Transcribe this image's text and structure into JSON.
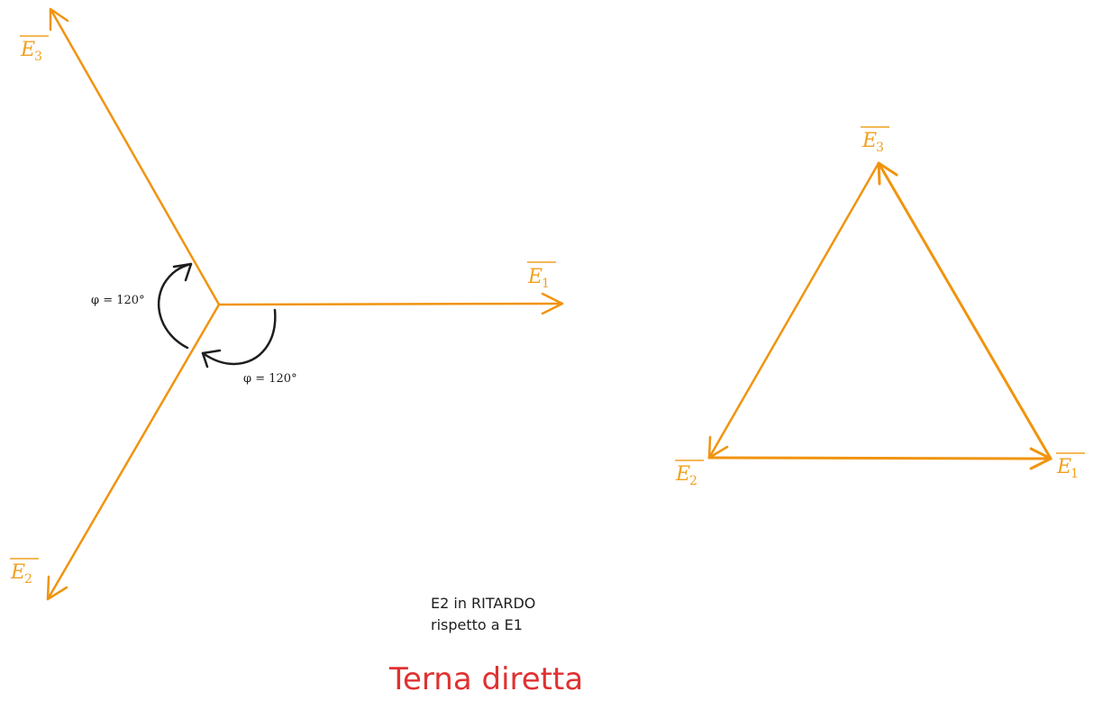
{
  "colors": {
    "vector": "#f0940f",
    "vector_label": "#f0a020",
    "annotation": "#1e1e1e",
    "title": "#e03131"
  },
  "star_diagram": {
    "vectors": [
      {
        "id": "E1",
        "letter": "E",
        "subscript": "1"
      },
      {
        "id": "E2",
        "letter": "E",
        "subscript": "2"
      },
      {
        "id": "E3",
        "letter": "E",
        "subscript": "3"
      }
    ],
    "angle_labels": [
      "φ = 120°",
      "φ = 120°"
    ]
  },
  "triangle_diagram": {
    "vectors": [
      {
        "id": "E1",
        "letter": "E",
        "subscript": "1"
      },
      {
        "id": "E2",
        "letter": "E",
        "subscript": "2"
      },
      {
        "id": "E3",
        "letter": "E",
        "subscript": "3"
      }
    ]
  },
  "notes": {
    "line1": "E2 in RITARDO",
    "line2": "rispetto a E1"
  },
  "title": "Terna diretta"
}
